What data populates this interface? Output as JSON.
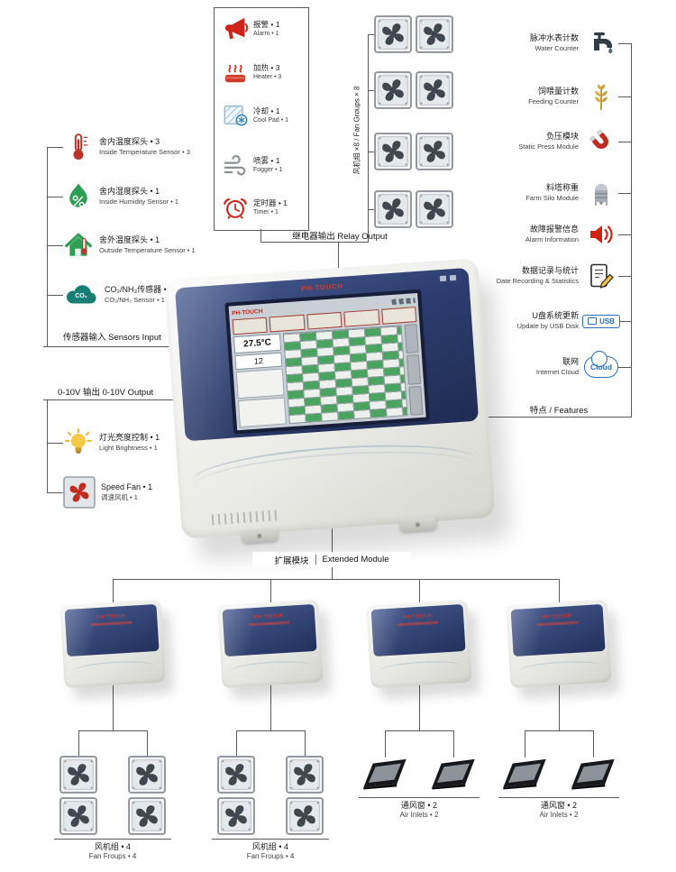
{
  "relay_output": {
    "label": "继电器输出 Relay Output",
    "items": [
      {
        "icon": "alarm",
        "zh": "报警 • 1",
        "en": "Alarm • 1"
      },
      {
        "icon": "heater",
        "zh": "加热 • 3",
        "en": "Heater • 3"
      },
      {
        "icon": "coolpad",
        "zh": "冷却 • 1",
        "en": "Cool Pad • 1"
      },
      {
        "icon": "fogger",
        "zh": "喷雾 • 1",
        "en": "Fogger • 1"
      },
      {
        "icon": "timer",
        "zh": "定时器 • 1",
        "en": "Timer • 1"
      }
    ]
  },
  "fan_groups_top": {
    "label": "风机组 ×8 / Fan Groups × 8",
    "count": 8
  },
  "sensors_input": {
    "label": "传感器输入 Sensors Input",
    "items": [
      {
        "icon": "thermometer",
        "zh": "舍内温度探头 • 3",
        "en": "Inside Temperature Sensor • 3"
      },
      {
        "icon": "humidity",
        "zh": "舍内湿度探头 • 1",
        "en": "Inside Humidity Sensor • 1"
      },
      {
        "icon": "house",
        "zh": "舍外温度探头 • 1",
        "en": "Outside Temperature Sensor • 1"
      },
      {
        "icon": "co2",
        "zh": "CO₂/NH₃传感器 • 1",
        "en": "CO₂/NH₃ Sensor • 1"
      }
    ]
  },
  "analog_output": {
    "label": "0-10V 输出 0-10V Output",
    "items": [
      {
        "icon": "bulb",
        "zh": "灯光亮度控制 • 1",
        "en": "Light Brightness • 1"
      },
      {
        "icon": "speedfan",
        "zh": "Speed Fan • 1",
        "en": "调速风机 • 1"
      }
    ]
  },
  "features": {
    "label": "特点 / Features",
    "items": [
      {
        "icon": "faucet",
        "zh": "脉冲水表计数",
        "en": "Water Counter"
      },
      {
        "icon": "wheat",
        "zh": "饲喂量计数",
        "en": "Feeding Counter"
      },
      {
        "icon": "magnet",
        "zh": "负压模块",
        "en": "Static Press Module"
      },
      {
        "icon": "silo",
        "zh": "料塔称重",
        "en": "Farm Silo Module"
      },
      {
        "icon": "speaker",
        "zh": "故障报警信息",
        "en": "Alarm Information"
      },
      {
        "icon": "stats",
        "zh": "数据记录与统计",
        "en": "Date Recording & Statistics"
      },
      {
        "icon": "usb",
        "zh": "U盘系统更新",
        "en": "Update by USB Disk"
      },
      {
        "icon": "cloud",
        "zh": "联网",
        "en": "Internet Cloud"
      }
    ]
  },
  "extended": {
    "label_zh": "扩展模块",
    "label_en": "Extended Module",
    "groups": [
      {
        "type": "fans",
        "zh": "风机组 • 4",
        "en": "Fan Froups • 4"
      },
      {
        "type": "fans",
        "zh": "风机组 • 4",
        "en": "Fan Froups • 4"
      },
      {
        "type": "inlets",
        "zh": "通风窗 • 2",
        "en": "Air Inlets • 2"
      },
      {
        "type": "inlets",
        "zh": "通风窗 • 2",
        "en": "Air Inlets • 2"
      }
    ]
  },
  "device": {
    "brand": "PH-TOUCH",
    "temp": "27.5°C",
    "value": "12"
  },
  "icon_text": {
    "co2": "CO₂",
    "usb": "USB",
    "cloud": "Cloud"
  },
  "colors": {
    "accent_red": "#cf2318",
    "panel_blue": "#2d3d6f",
    "link_blue": "#2a6fb8",
    "green": "#2f9e55",
    "teal": "#177e74"
  }
}
